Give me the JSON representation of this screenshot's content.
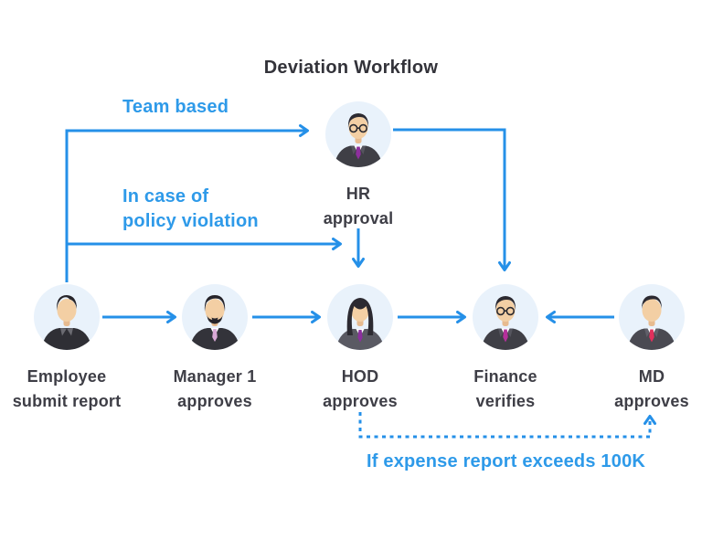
{
  "title": "Deviation Workflow",
  "colors": {
    "arrow_blue": "#2590e8",
    "label_blue": "#2e9ae9",
    "text_dark": "#3e3e46",
    "avatar_bg": "#e9f2fb"
  },
  "nodes": {
    "hr": {
      "line1": "HR",
      "line2": "approval",
      "avatar": "man-glasses-purple-tie"
    },
    "employee": {
      "line1": "Employee",
      "line2": "submit report",
      "avatar": "man-dark-shirt"
    },
    "manager": {
      "line1": "Manager 1",
      "line2": "approves",
      "avatar": "man-beard-pink-tie"
    },
    "hod": {
      "line1": "HOD",
      "line2": "approves",
      "avatar": "woman-long-hair-purple-tie"
    },
    "finance": {
      "line1": "Finance",
      "line2": "verifies",
      "avatar": "man-glasses-magenta-tie"
    },
    "md": {
      "line1": "MD",
      "line2": "approves",
      "avatar": "man-red-tie"
    }
  },
  "annotations": {
    "team_based": "Team based",
    "policy_line1": "In case of",
    "policy_line2": "policy violation",
    "exceeds_100k": "If expense report exceeds 100K"
  },
  "flow": [
    "Employee submit report -> Manager 1 approves",
    "Manager 1 approves -> HOD approves",
    "Employee -> HR approval (Team based)",
    "Employee -> HOD (In case of policy violation)",
    "HR approval -> HOD approves",
    "HR approval -> Finance verifies",
    "HOD approves -> Finance verifies",
    "MD approves -> Finance verifies",
    "HOD approves -> MD approves (If expense report exceeds 100K)"
  ]
}
